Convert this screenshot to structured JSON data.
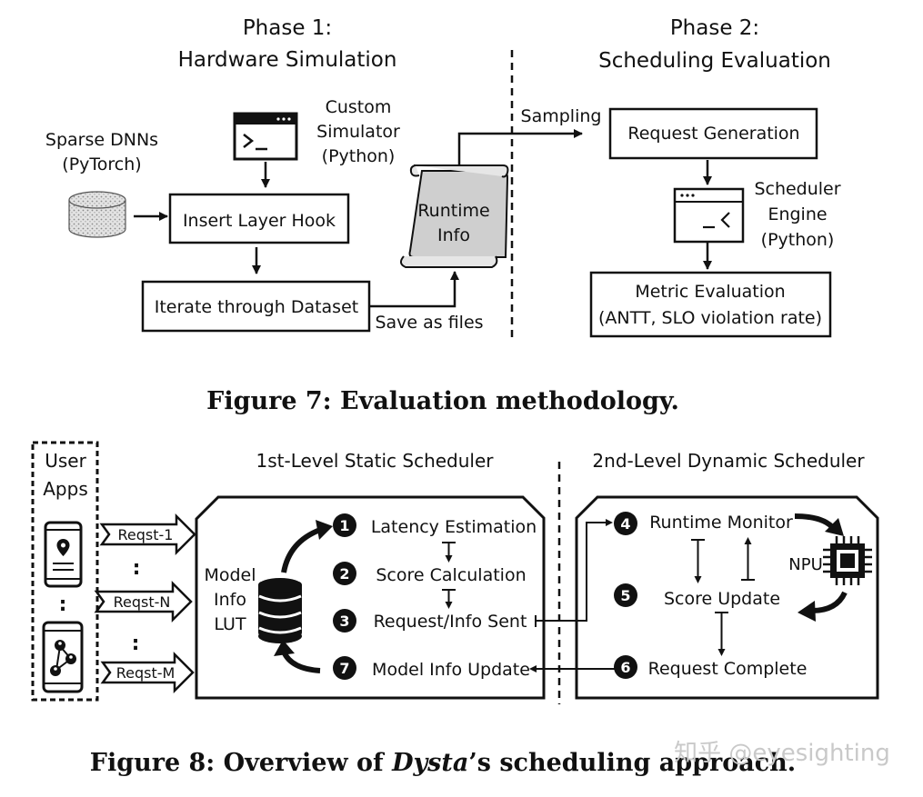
{
  "fig7": {
    "phase1": [
      "Phase 1:",
      "Hardware Simulation"
    ],
    "phase2": [
      "Phase 2:",
      "Scheduling Evaluation"
    ],
    "sparse_dnns": [
      "Sparse DNNs",
      "(PyTorch)"
    ],
    "custom_simulator": [
      "Custom",
      "Simulator",
      "(Python)"
    ],
    "insert_layer_hook": "Insert Layer Hook",
    "iterate_dataset": "Iterate through Dataset",
    "save_as_files": "Save as files",
    "runtime_info": [
      "Runtime",
      "Info"
    ],
    "sampling": "Sampling",
    "request_generation": "Request Generation",
    "scheduler_engine": [
      "Scheduler",
      "Engine",
      "(Python)"
    ],
    "metric_evaluation": [
      "Metric Evaluation",
      "(ANTT, SLO violation rate)"
    ],
    "caption": "Figure 7: Evaluation methodology."
  },
  "fig8": {
    "user_apps": [
      "User",
      "Apps"
    ],
    "requests": [
      "Reqst-1",
      "Reqst-N",
      "Reqst-M"
    ],
    "dots": ":",
    "static_title": "1st-Level Static Scheduler",
    "dynamic_title": "2nd-Level Dynamic Scheduler",
    "lut": [
      "Model",
      "Info",
      "LUT"
    ],
    "steps": [
      {
        "num": "1",
        "label": "Latency Estimation"
      },
      {
        "num": "2",
        "label": "Score Calculation"
      },
      {
        "num": "3",
        "label": "Request/Info Sent"
      },
      {
        "num": "7",
        "label": "Model Info Update"
      },
      {
        "num": "4",
        "label": "Runtime Monitor"
      },
      {
        "num": "5",
        "label": "Score Update"
      },
      {
        "num": "6",
        "label": "Request Complete"
      }
    ],
    "npu": "NPU",
    "caption_pre": "Figure 8: Overview of ",
    "caption_em": "Dysta",
    "caption_post": "’s scheduling approach."
  },
  "watermark": "知乎 @eyesighting",
  "colors": {
    "ink": "#111111",
    "cylinder_fill": "#d9d9d9",
    "scroll_fill": "#cfcfcf",
    "watermark": "#c9c9c9"
  }
}
